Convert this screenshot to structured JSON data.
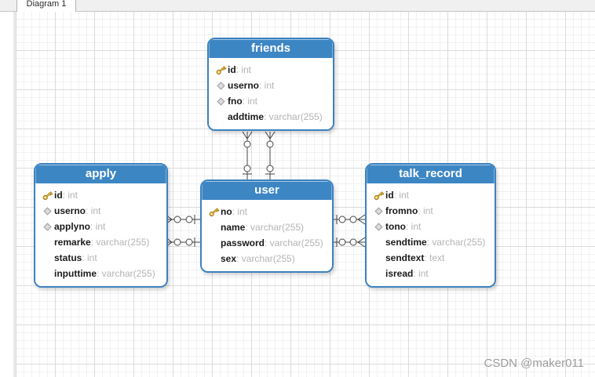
{
  "window": {
    "tab_label": "Diagram 1"
  },
  "watermark": "CSDN @maker011",
  "colors": {
    "header_blue": "#3d86c4",
    "table_border": "#3c82c0",
    "connector_line": "#444444",
    "key_gold": "#f2c84b",
    "type_text_gray": "#b3b3b3",
    "grid_minor": "#f1f1f1",
    "grid_major": "#dcdcdc"
  },
  "tables": [
    {
      "name": "friends",
      "fields": [
        {
          "icon": "key",
          "name": "id",
          "type": "int"
        },
        {
          "icon": "diamond",
          "name": "userno",
          "type": "int"
        },
        {
          "icon": "diamond",
          "name": "fno",
          "type": "int"
        },
        {
          "icon": "none",
          "name": "addtime",
          "type": "varchar(255)"
        }
      ]
    },
    {
      "name": "apply",
      "fields": [
        {
          "icon": "key",
          "name": "id",
          "type": "int"
        },
        {
          "icon": "diamond",
          "name": "userno",
          "type": "int"
        },
        {
          "icon": "diamond",
          "name": "applyno",
          "type": "int"
        },
        {
          "icon": "none",
          "name": "remarke",
          "type": "varchar(255)"
        },
        {
          "icon": "none",
          "name": "status",
          "type": "int"
        },
        {
          "icon": "none",
          "name": "inputtime",
          "type": "varchar(255)"
        }
      ]
    },
    {
      "name": "user",
      "fields": [
        {
          "icon": "key",
          "name": "no",
          "type": "int"
        },
        {
          "icon": "none",
          "name": "name",
          "type": "varchar(255)"
        },
        {
          "icon": "none",
          "name": "password",
          "type": "varchar(255)"
        },
        {
          "icon": "none",
          "name": "sex",
          "type": "varchar(255)"
        }
      ]
    },
    {
      "name": "talk_record",
      "fields": [
        {
          "icon": "key",
          "name": "id",
          "type": "int"
        },
        {
          "icon": "diamond",
          "name": "fromno",
          "type": "int"
        },
        {
          "icon": "diamond",
          "name": "tono",
          "type": "int"
        },
        {
          "icon": "none",
          "name": "sendtime",
          "type": "varchar(255)"
        },
        {
          "icon": "none",
          "name": "sendtext",
          "type": "text"
        },
        {
          "icon": "none",
          "name": "isread",
          "type": "int"
        }
      ]
    }
  ],
  "relationships": [
    {
      "from": "friends",
      "to": "user",
      "parallel_lines": 2,
      "from_cardinality": "zero-or-many",
      "to_cardinality": "zero-or-one"
    },
    {
      "from": "apply",
      "to": "user",
      "parallel_lines": 2,
      "from_cardinality": "zero-or-many",
      "to_cardinality": "zero-or-one"
    },
    {
      "from": "talk_record",
      "to": "user",
      "parallel_lines": 2,
      "from_cardinality": "zero-or-many",
      "to_cardinality": "zero-or-one"
    }
  ]
}
